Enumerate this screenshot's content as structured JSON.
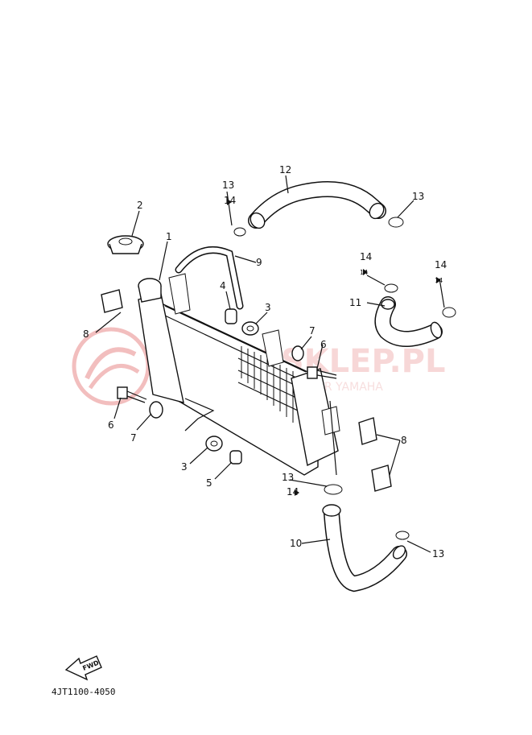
{
  "callouts": [
    {
      "id": "c1",
      "text": "1"
    },
    {
      "id": "c2",
      "text": "2"
    },
    {
      "id": "c3a",
      "text": "3"
    },
    {
      "id": "c3b",
      "text": "3"
    },
    {
      "id": "c4",
      "text": "4"
    },
    {
      "id": "c5",
      "text": "5"
    },
    {
      "id": "c6a",
      "text": "6"
    },
    {
      "id": "c6b",
      "text": "6"
    },
    {
      "id": "c7a",
      "text": "7"
    },
    {
      "id": "c7b",
      "text": "7"
    },
    {
      "id": "c8a",
      "text": "8"
    },
    {
      "id": "c8b",
      "text": "8"
    },
    {
      "id": "c9",
      "text": "9"
    },
    {
      "id": "c10",
      "text": "10"
    },
    {
      "id": "c11",
      "text": "11"
    },
    {
      "id": "c12",
      "text": "12"
    },
    {
      "id": "c13a",
      "text": "13"
    },
    {
      "id": "c13b",
      "text": "13"
    },
    {
      "id": "c13c",
      "text": "13"
    },
    {
      "id": "c13d",
      "text": "13"
    },
    {
      "id": "c14a",
      "text": "14"
    },
    {
      "id": "c14b",
      "text": "14"
    },
    {
      "id": "c14c",
      "text": "14"
    },
    {
      "id": "c14d",
      "text": "14"
    }
  ],
  "part_code": "4JT1100-4050",
  "fwd_label": "FWD",
  "watermark": {
    "main": "YAMASKLEP.PL",
    "sub": "WOJCIECHOWSKI - DEALER YAMAHA",
    "color": "#e88a8a"
  }
}
